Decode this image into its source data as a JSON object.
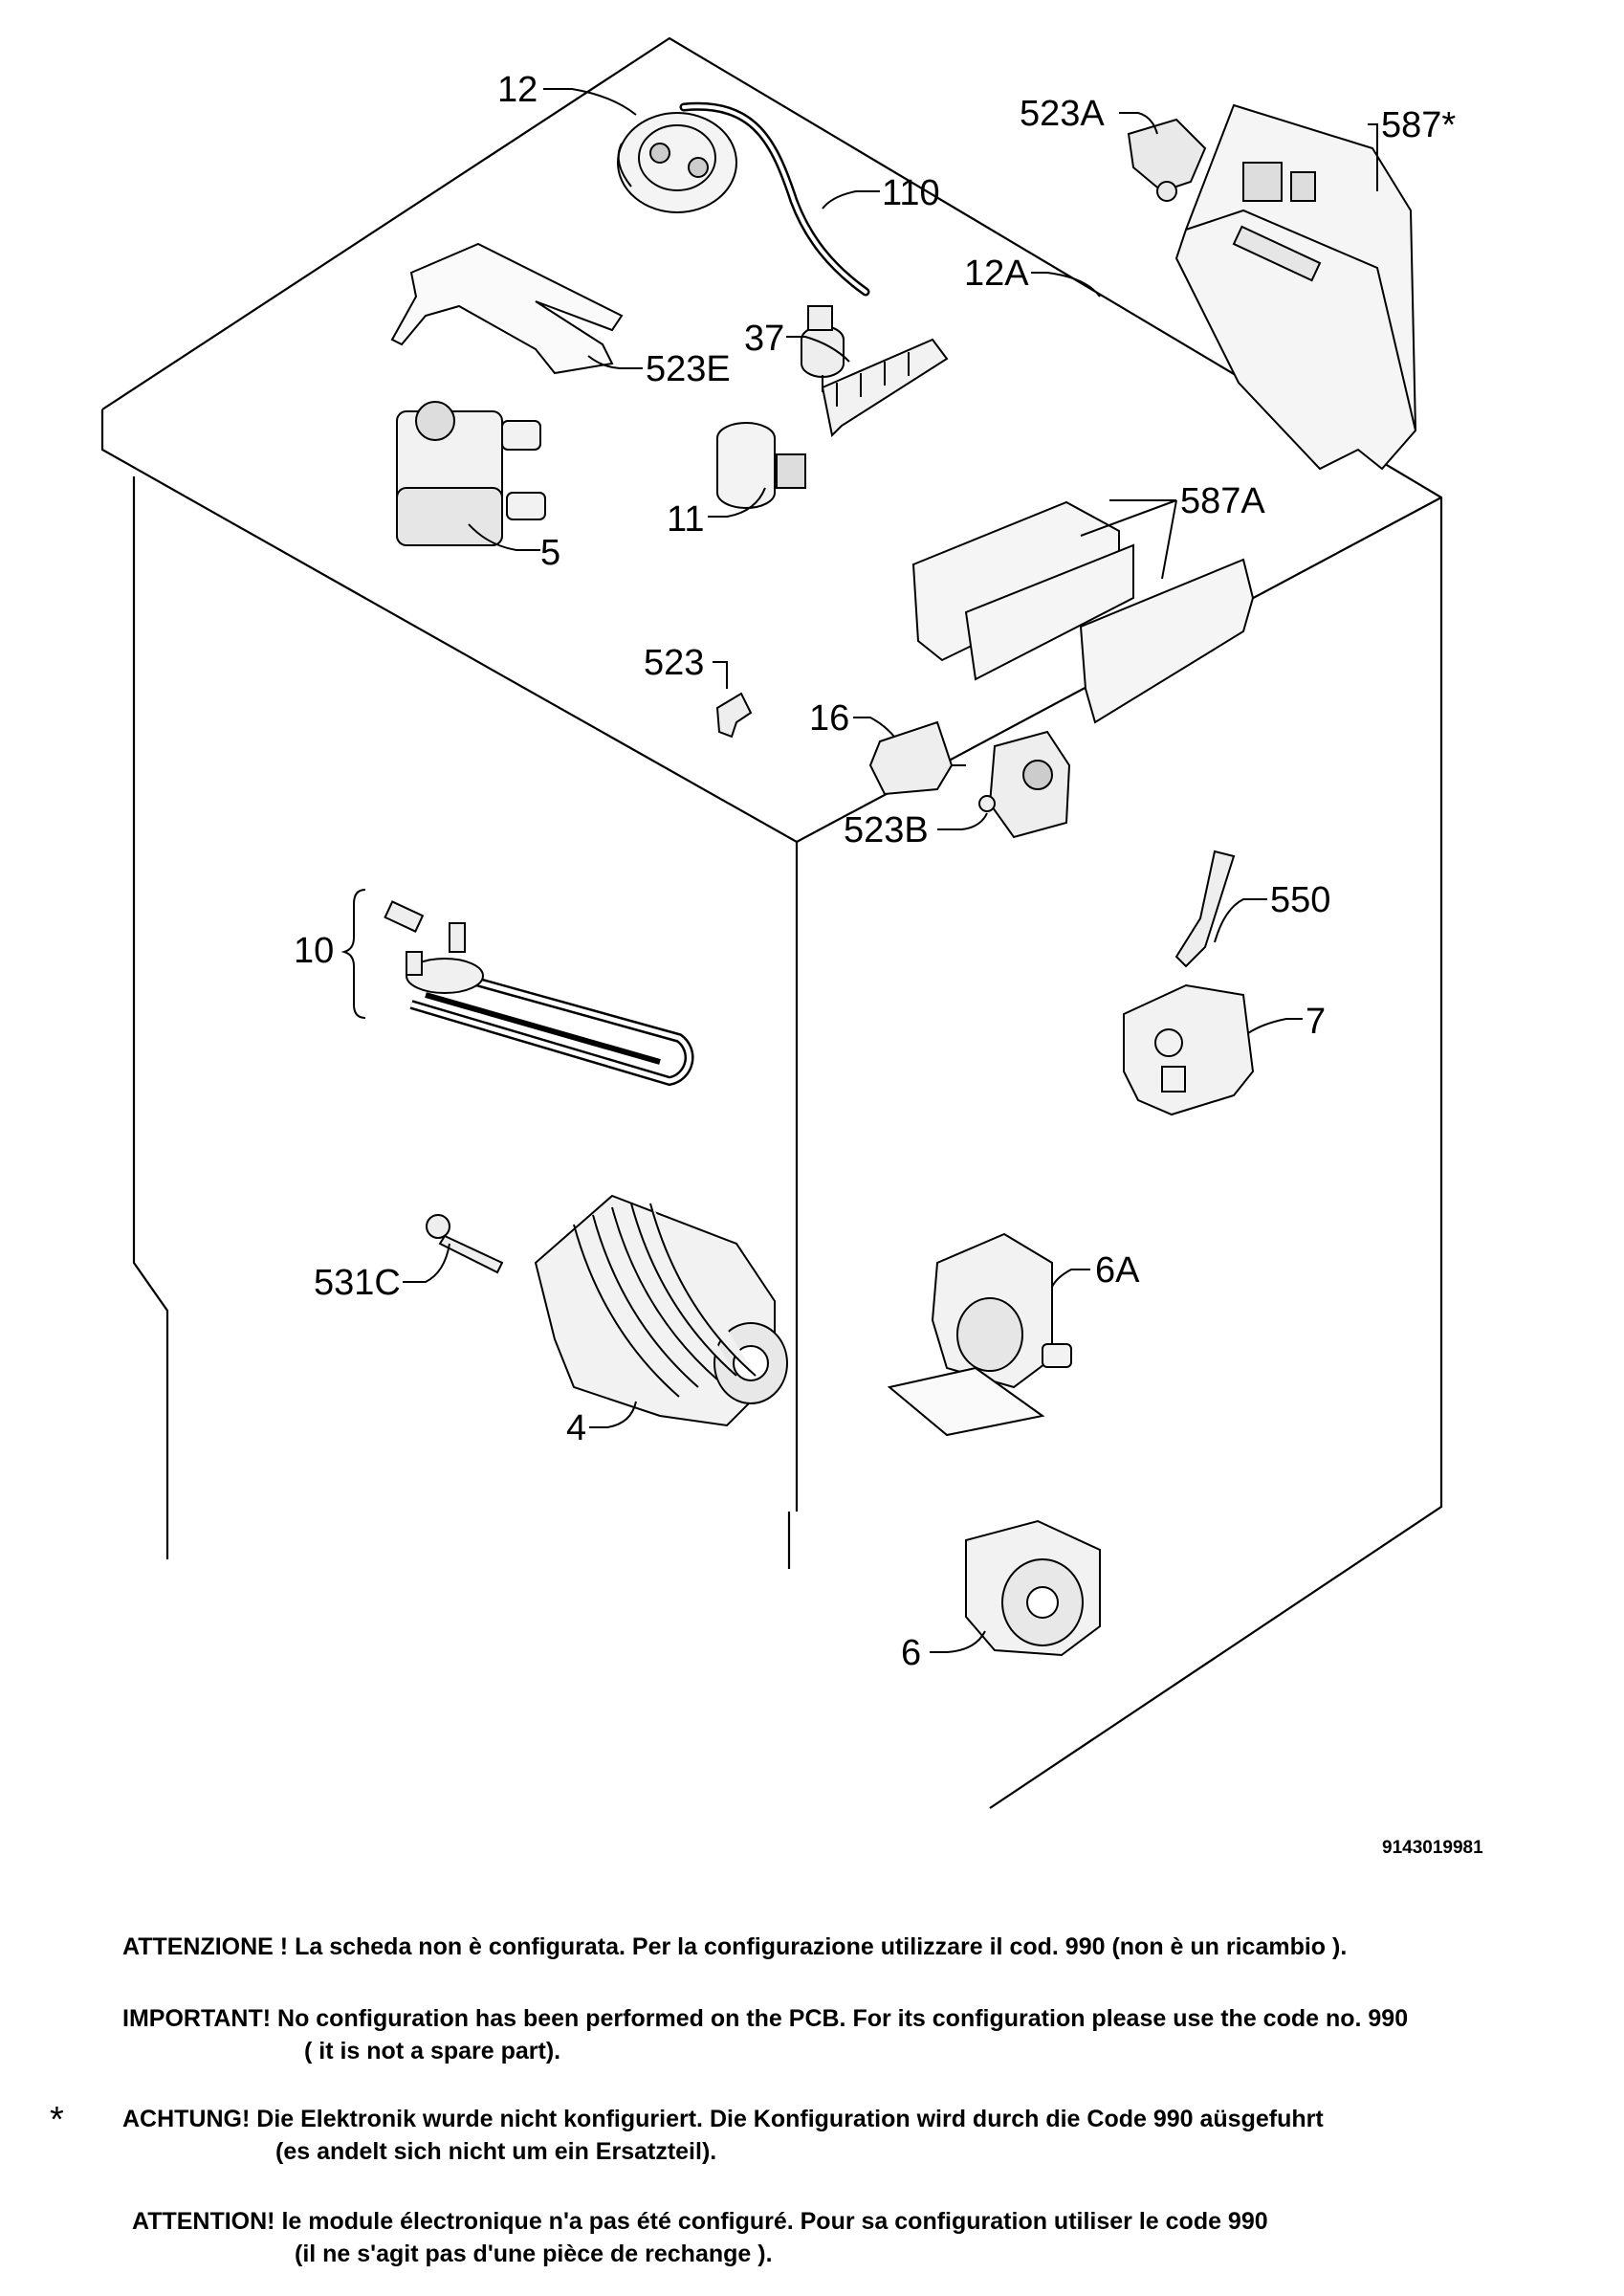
{
  "labels": {
    "p12": "12",
    "p110": "110",
    "p523A": "523A",
    "p587star": "587*",
    "p12A": "12A",
    "p523E": "523E",
    "p37": "37",
    "p5": "5",
    "p11": "11",
    "p587A": "587A",
    "p523": "523",
    "p16": "16",
    "p523B": "523B",
    "p10": "10",
    "p550": "550",
    "p7": "7",
    "p531C": "531C",
    "p6A": "6A",
    "p4": "4",
    "p6": "6"
  },
  "drawing_code": "9143019981",
  "notes": {
    "it": {
      "line1": "ATTENZIONE ! La scheda non è  configurata. Per la configurazione utilizzare il cod. 990 (non è un ricambio )."
    },
    "en": {
      "line1": "IMPORTANT! No configuration has been performed on the PCB. For its configuration please use the code no. 990",
      "line2": "( it is not a spare part)."
    },
    "de": {
      "marker": "*",
      "line1": "ACHTUNG! Die Elektronik wurde nicht konfiguriert. Die Konfiguration wird durch die Code 990 aüsgefuhrt",
      "line2": "(es andelt sich nicht um ein Ersatzteil)."
    },
    "fr": {
      "line1": "ATTENTION! le module électronique n'a pas été configuré. Pour  sa configuration utiliser le code 990",
      "line2": "(il ne s'agit pas d'une pièce de rechange )."
    }
  }
}
